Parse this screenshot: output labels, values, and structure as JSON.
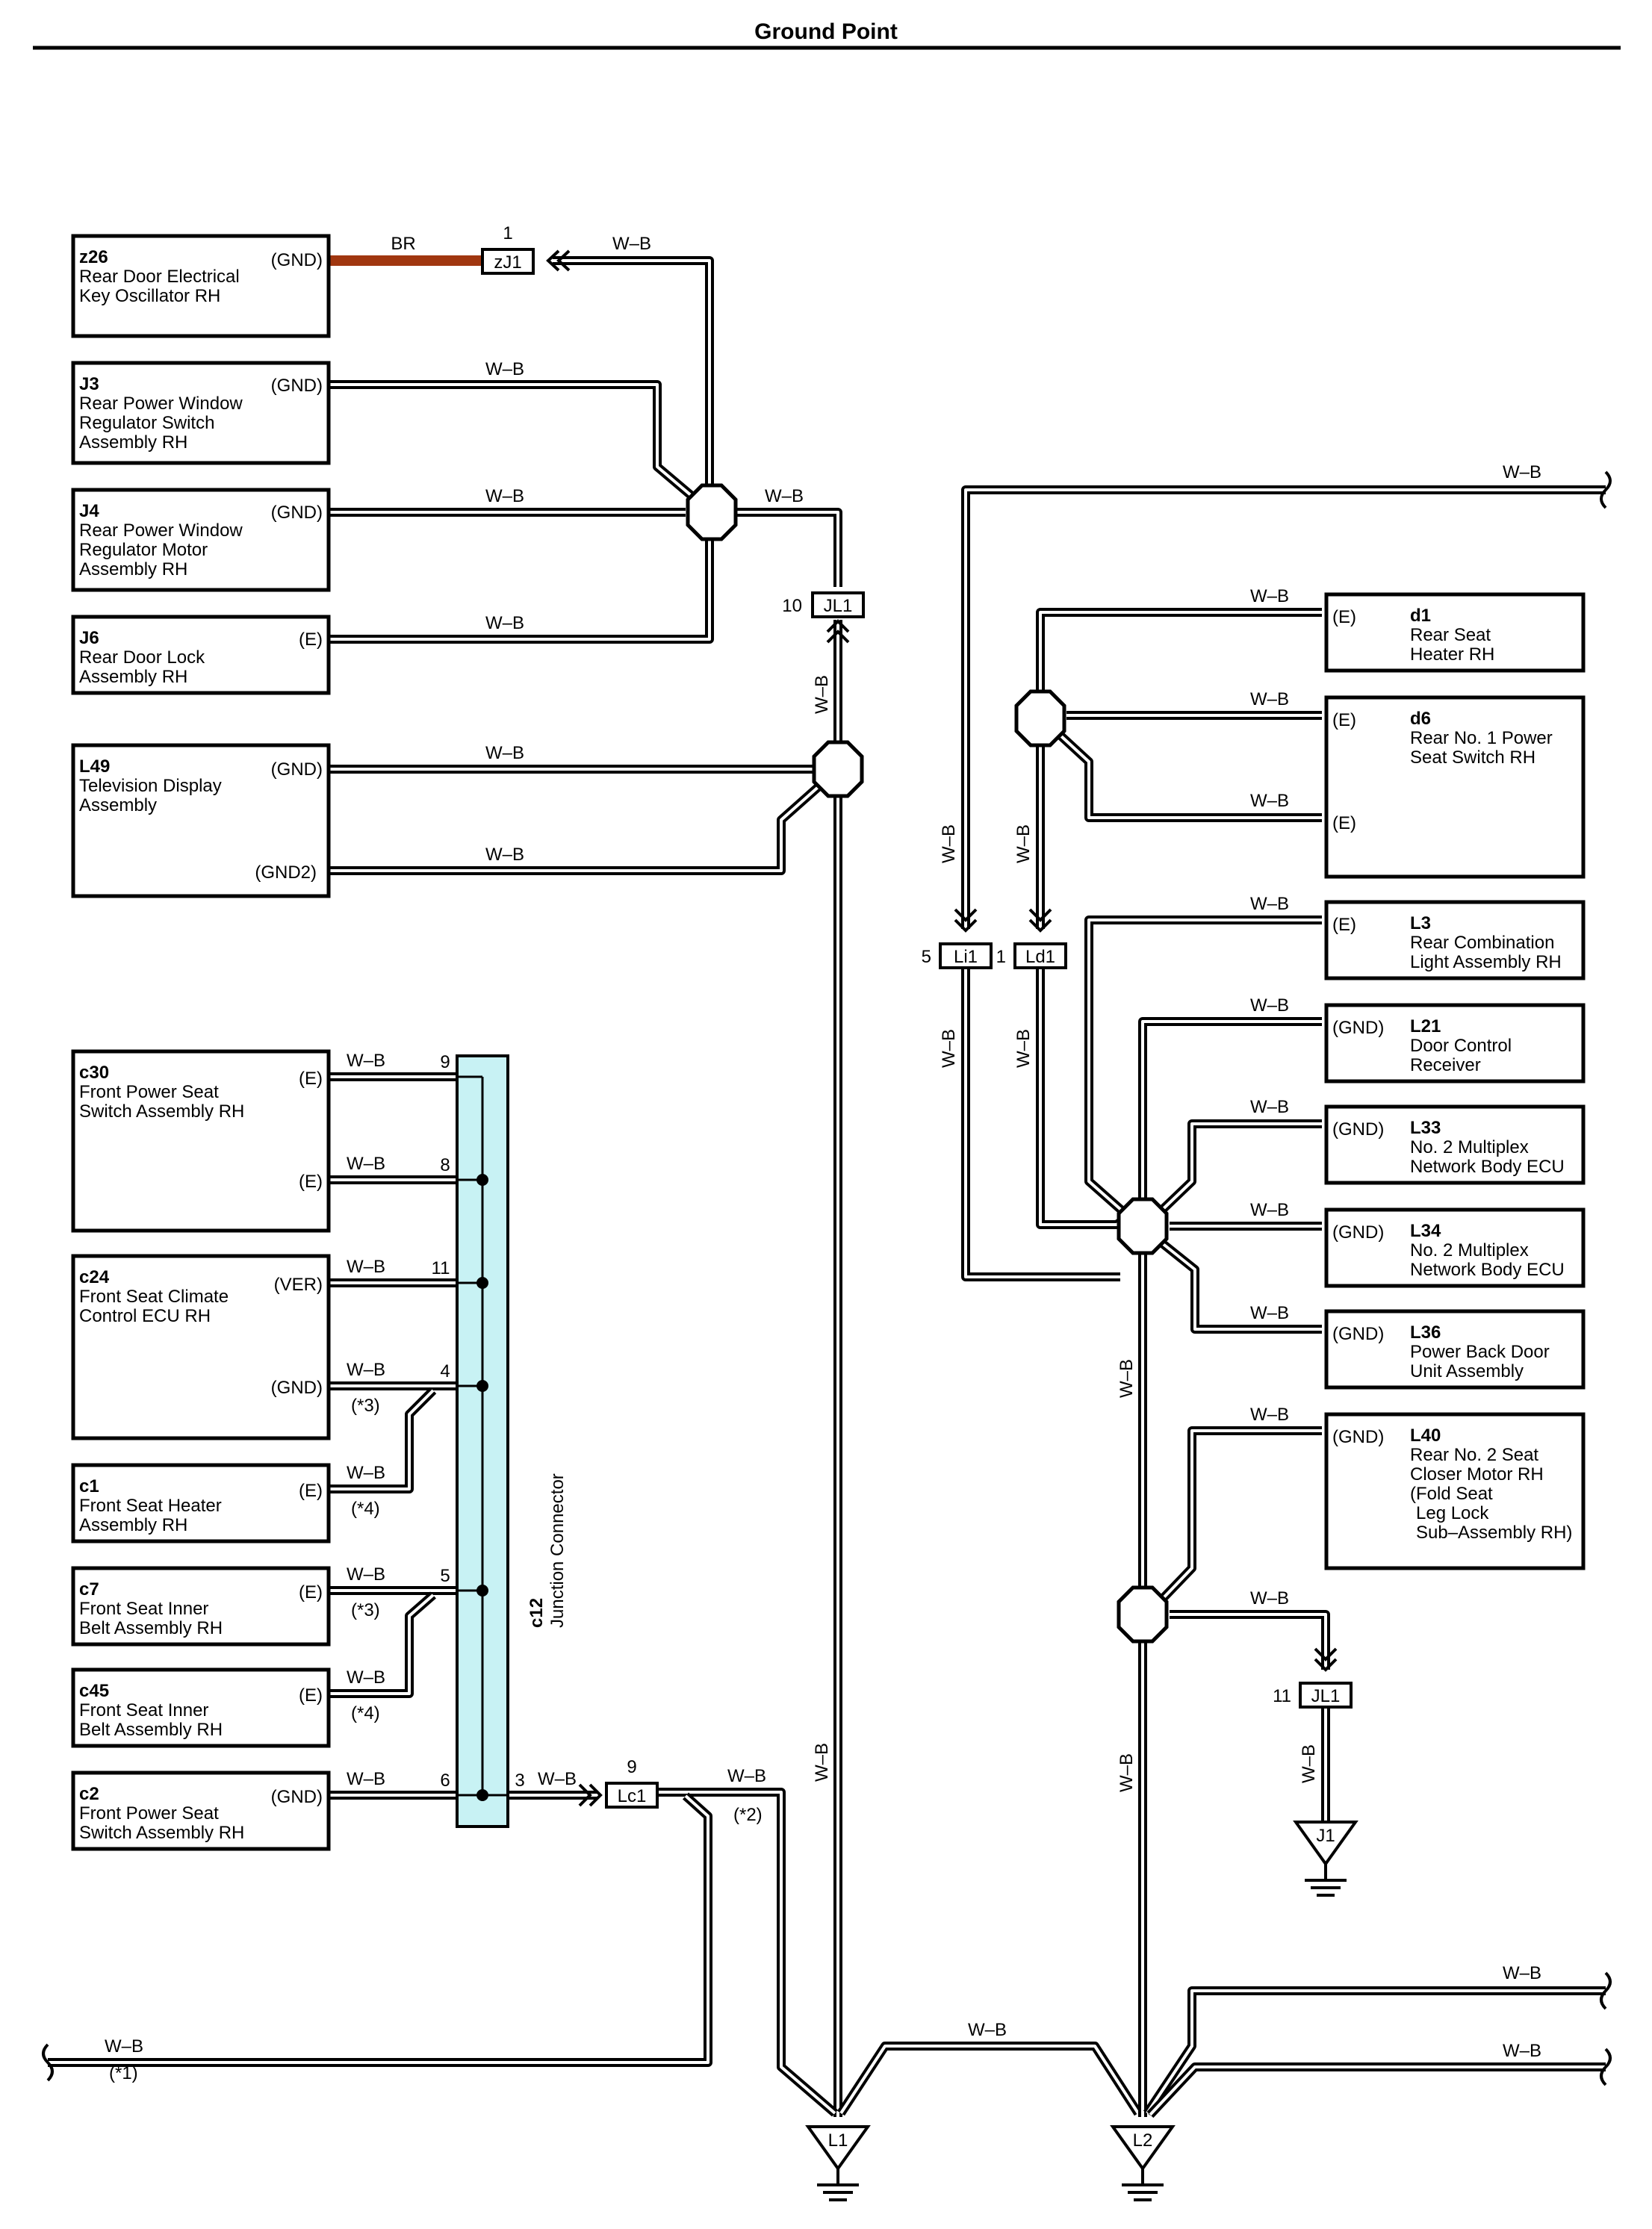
{
  "title": "Ground Point",
  "wire_color": "W–B",
  "br_color": "BR",
  "colors": {
    "br_wire": "#a0360f",
    "junction_fill": "#c8f2f4"
  },
  "components": {
    "z26": {
      "code": "z26",
      "name1": "Rear Door Electrical",
      "name2": "Key Oscillator RH",
      "pin": "(GND)"
    },
    "j3": {
      "code": "J3",
      "name1": "Rear Power Window",
      "name2": "Regulator Switch",
      "name3": "Assembly RH",
      "pin": "(GND)"
    },
    "j4": {
      "code": "J4",
      "name1": "Rear Power Window",
      "name2": "Regulator Motor",
      "name3": "Assembly RH",
      "pin": "(GND)"
    },
    "j6": {
      "code": "J6",
      "name1": "Rear Door Lock",
      "name2": "Assembly RH",
      "pin": "(E)"
    },
    "l49": {
      "code": "L49",
      "name1": "Television Display",
      "name2": "Assembly",
      "pin1": "(GND)",
      "pin2": "(GND2)"
    },
    "c30": {
      "code": "c30",
      "name1": "Front Power Seat",
      "name2": "Switch Assembly RH",
      "pin1": "(E)",
      "pin2": "(E)"
    },
    "c24": {
      "code": "c24",
      "name1": "Front Seat Climate",
      "name2": "Control ECU RH",
      "pin1": "(VER)",
      "pin2": "(GND)"
    },
    "c1": {
      "code": "c1",
      "name1": "Front Seat Heater",
      "name2": "Assembly RH",
      "pin": "(E)"
    },
    "c7": {
      "code": "c7",
      "name1": "Front Seat Inner",
      "name2": "Belt Assembly RH",
      "pin": "(E)"
    },
    "c45": {
      "code": "c45",
      "name1": "Front Seat Inner",
      "name2": "Belt Assembly RH",
      "pin": "(E)"
    },
    "c2": {
      "code": "c2",
      "name1": "Front Power Seat",
      "name2": "Switch Assembly RH",
      "pin": "(GND)"
    },
    "d1": {
      "code": "d1",
      "name1": "Rear Seat",
      "name2": "Heater RH",
      "pin": "(E)"
    },
    "d6": {
      "code": "d6",
      "name1": "Rear No. 1 Power",
      "name2": "Seat Switch RH",
      "pin1": "(E)",
      "pin2": "(E)"
    },
    "l3": {
      "code": "L3",
      "name1": "Rear Combination",
      "name2": "Light Assembly RH",
      "pin": "(E)"
    },
    "l21": {
      "code": "L21",
      "name1": "Door Control",
      "name2": "Receiver",
      "pin": "(GND)"
    },
    "l33": {
      "code": "L33",
      "name1": "No. 2 Multiplex",
      "name2": "Network Body ECU",
      "pin": "(GND)"
    },
    "l34": {
      "code": "L34",
      "name1": "No. 2 Multiplex",
      "name2": "Network Body ECU",
      "pin": "(GND)"
    },
    "l36": {
      "code": "L36",
      "name1": "Power Back Door",
      "name2": "Unit Assembly",
      "pin": "(GND)"
    },
    "l40": {
      "code": "L40",
      "name1": "Rear No. 2 Seat",
      "name2": "Closer Motor RH",
      "name3": "(Fold Seat",
      "name4": "Leg Lock",
      "name5": "Sub–Assembly RH)",
      "pin": "(GND)"
    }
  },
  "junction_connector": {
    "code": "c12",
    "name": "Junction Connector"
  },
  "connectors": {
    "zj1": {
      "label": "zJ1",
      "pin": "1"
    },
    "jl1a": {
      "label": "JL1",
      "pin": "10"
    },
    "jl1b": {
      "label": "JL1",
      "pin": "11"
    },
    "li1": {
      "label": "Li1",
      "pin": "5"
    },
    "ld1": {
      "label": "Ld1",
      "pin": "1"
    },
    "lc1": {
      "label": "Lc1",
      "pin": "9"
    }
  },
  "jc_pins": {
    "p9": "9",
    "p8": "8",
    "p11": "11",
    "p4": "4",
    "p5": "5",
    "p6": "6",
    "p3": "3"
  },
  "notes": {
    "n1": "(*1)",
    "n2": "(*2)",
    "n3": "(*3)",
    "n4": "(*4)"
  },
  "grounds": {
    "l1": "L1",
    "l2": "L2",
    "j1": "J1"
  }
}
